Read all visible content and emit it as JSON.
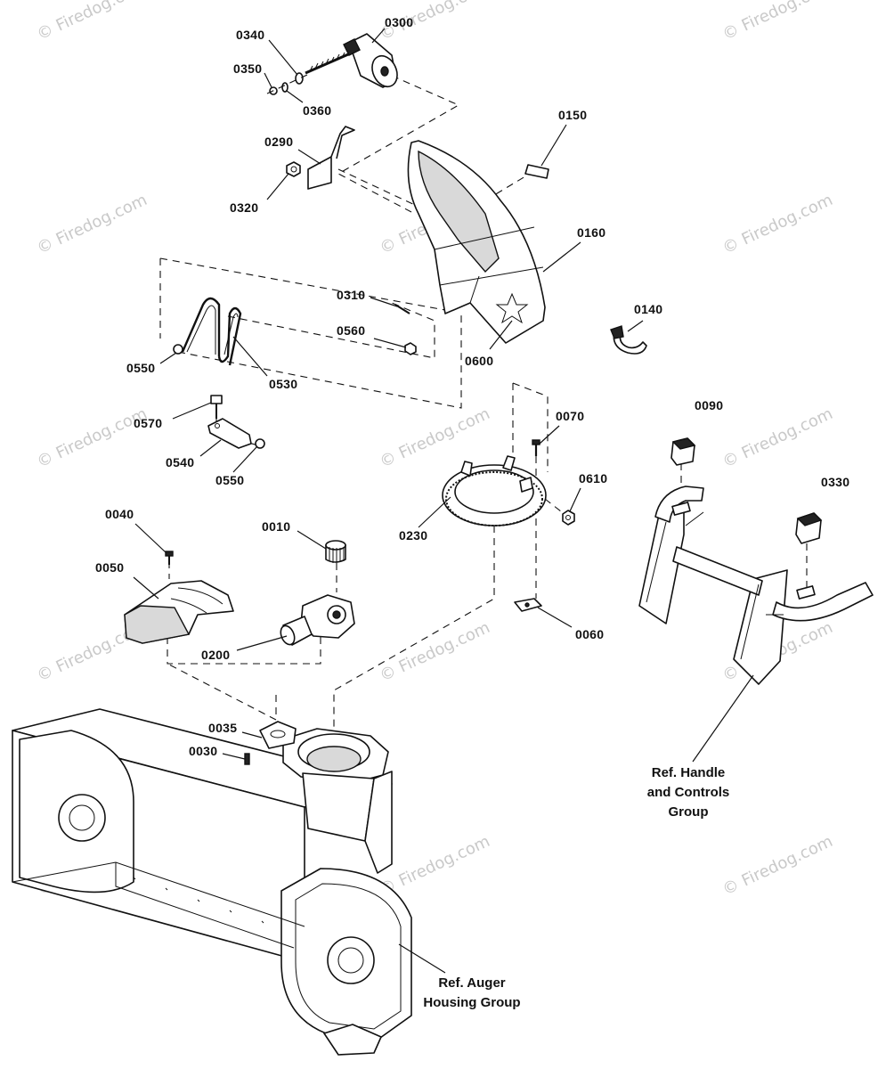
{
  "watermark_text": "© Firedog.com",
  "part_labels": {
    "p0340": "0340",
    "p0300": "0300",
    "p0350": "0350",
    "p0360": "0360",
    "p0150": "0150",
    "p0290": "0290",
    "p0320": "0320",
    "p0160": "0160",
    "p0310": "0310",
    "p0560": "0560",
    "p0140": "0140",
    "p0550a": "0550",
    "p0530": "0530",
    "p0600": "0600",
    "p0570": "0570",
    "p0070": "0070",
    "p0090": "0090",
    "p0540": "0540",
    "p0550b": "0550",
    "p0610": "0610",
    "p0330": "0330",
    "p0230": "0230",
    "p0040": "0040",
    "p0010": "0010",
    "p0050": "0050",
    "p0060": "0060",
    "p0200": "0200",
    "p0035": "0035",
    "p0030": "0030"
  },
  "reference_labels": {
    "handle_line1": "Ref. Handle",
    "handle_line2": "and Controls",
    "handle_line3": "Group",
    "auger_line1": "Ref. Auger",
    "auger_line2": "Housing Group"
  }
}
